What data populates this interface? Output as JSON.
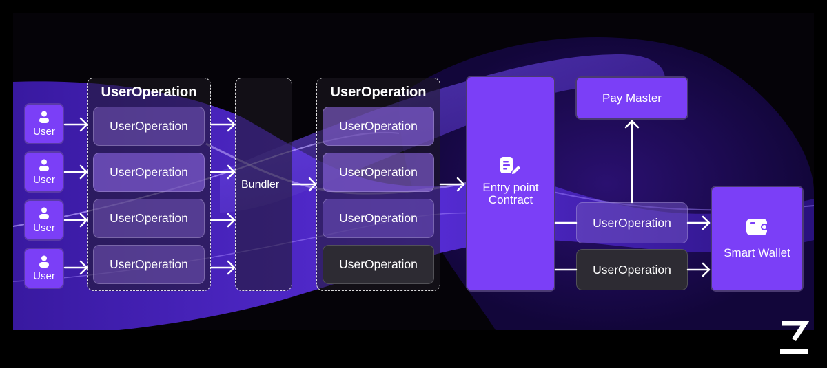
{
  "diagram": {
    "users": [
      {
        "label": "User",
        "icon": "user-icon"
      },
      {
        "label": "User",
        "icon": "user-icon"
      },
      {
        "label": "User",
        "icon": "user-icon"
      },
      {
        "label": "User",
        "icon": "user-icon"
      }
    ],
    "group1": {
      "title": "UserOperation",
      "items": [
        "UserOperation",
        "UserOperation",
        "UserOperation",
        "UserOperation"
      ]
    },
    "bundler": {
      "label": "Bundler"
    },
    "group2": {
      "title": "UserOperation",
      "items": [
        "UserOperation",
        "UserOperation",
        "UserOperation",
        "UserOperation"
      ]
    },
    "entry_point": {
      "line1": "Entry point",
      "line2": "Contract",
      "icon": "document-edit-icon"
    },
    "pay_master": {
      "label": "Pay Master"
    },
    "outputs": [
      "UserOperation",
      "UserOperation"
    ],
    "smart_wallet": {
      "label": "Smart Wallet",
      "icon": "wallet-icon"
    },
    "logo": {
      "icon": "brand-logo"
    }
  },
  "colors": {
    "accent": "#7b3ff7",
    "background": "#000000",
    "dark_box": "#2d2b33"
  }
}
